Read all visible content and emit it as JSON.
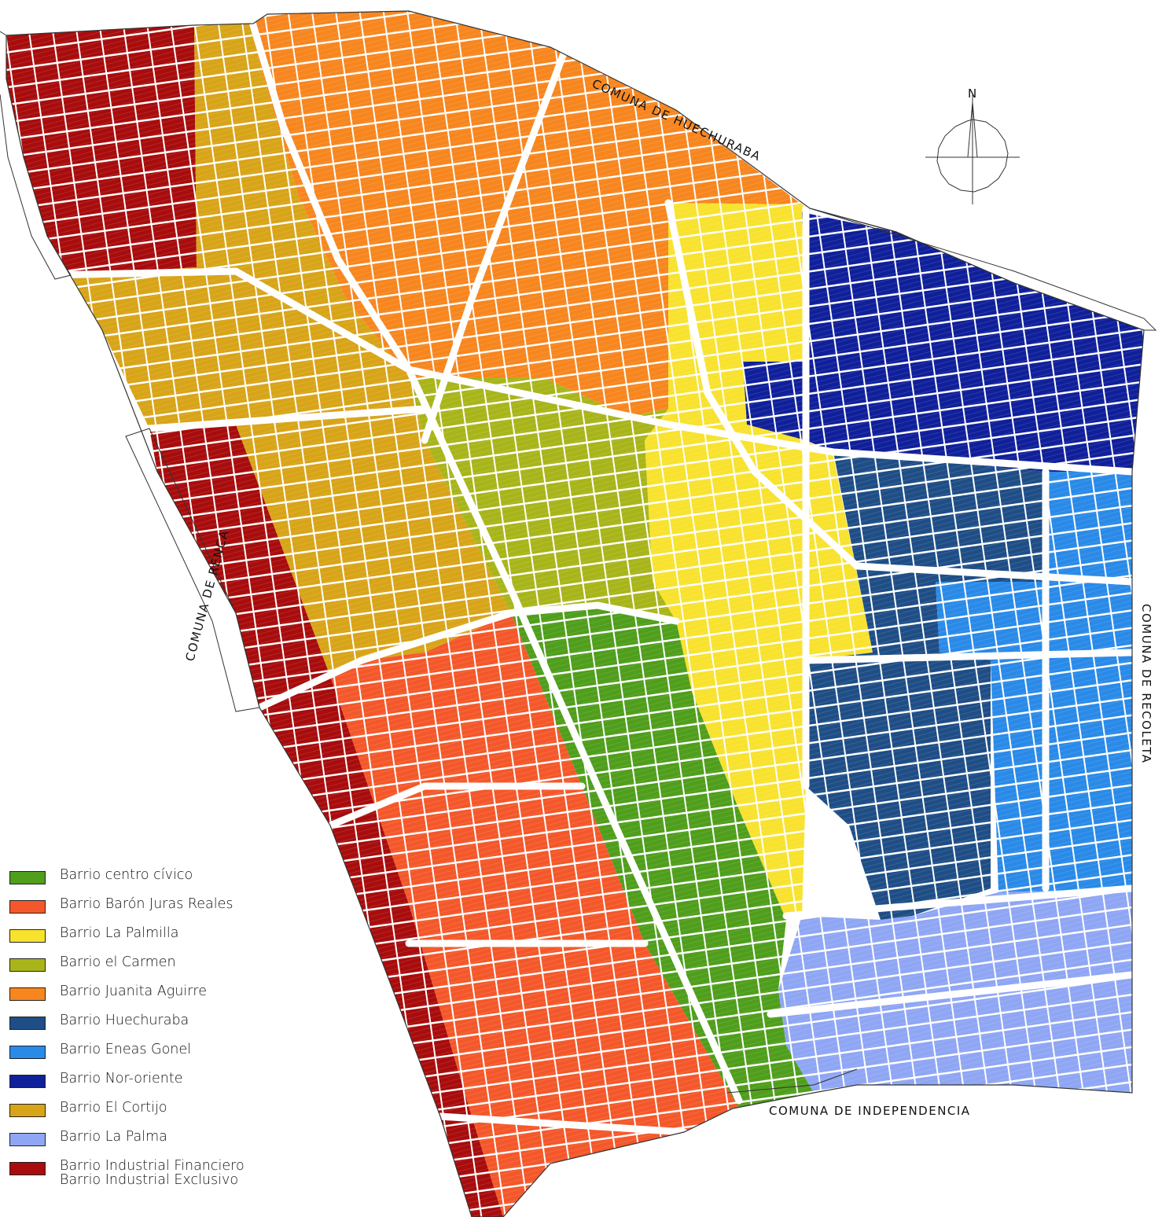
{
  "labels": {
    "north": "N",
    "huechuraba": "COMUNA DE HUECHURABA",
    "renca": "COMUNA DE RENCA",
    "recoleta": "COMUNA DE RECOLETA",
    "independencia": "COMUNA DE INDEPENDENCIA"
  },
  "legend": [
    {
      "label": "Barrio centro cívico",
      "color": "#4f9e1c"
    },
    {
      "label": "Barrio Barón Juras Reales",
      "color": "#f4582a"
    },
    {
      "label": "Barrio La Palmilla",
      "color": "#f8e22e"
    },
    {
      "label": "Barrio el Carmen",
      "color": "#a8b51a"
    },
    {
      "label": "Barrio Juanita Aguirre",
      "color": "#f7861f"
    },
    {
      "label": "Barrio Huechuraba",
      "color": "#1f4e86"
    },
    {
      "label": "Barrio Eneas Gonel",
      "color": "#2a8ae8"
    },
    {
      "label": "Barrio Nor-oriente",
      "color": "#10209a"
    },
    {
      "label": "Barrio El Cortijo",
      "color": "#d8a418"
    },
    {
      "label": "Barrio La Palma",
      "color": "#8fa6f4"
    },
    {
      "label": "Barrio Industrial Financiero",
      "label2": "Barrio Industrial Exclusivo",
      "color": "#a80c0c"
    }
  ]
}
